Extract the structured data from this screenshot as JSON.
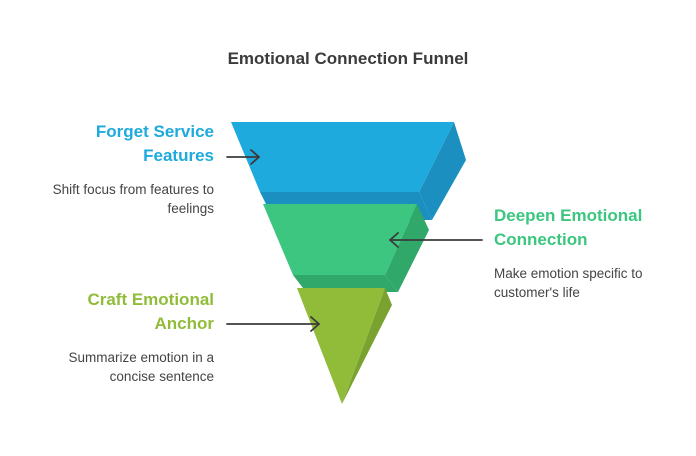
{
  "diagram": {
    "title": "Emotional Connection Funnel",
    "stages": [
      {
        "heading": "Forget Service Features",
        "heading_line1": "Forget Service",
        "heading_line2": "Features",
        "description_line1": "Shift focus from features to",
        "description_line2": "feelings",
        "color": "#1eaadd",
        "side_color": "#1a8fc0"
      },
      {
        "heading": "Deepen Emotional Connection",
        "heading_line1": "Deepen Emotional",
        "heading_line2": "Connection",
        "description_line1": "Make emotion specific to",
        "description_line2": "customer's life",
        "color": "#3cc67f",
        "side_color": "#2fa86a"
      },
      {
        "heading": "Craft Emotional Anchor",
        "heading_line1": "Craft Emotional",
        "heading_line2": "Anchor",
        "description_line1": "Summarize emotion in a",
        "description_line2": "concise sentence",
        "color": "#91bc3a",
        "side_color": "#7aa22e"
      }
    ],
    "arrow_color": "#3b3b3b"
  }
}
